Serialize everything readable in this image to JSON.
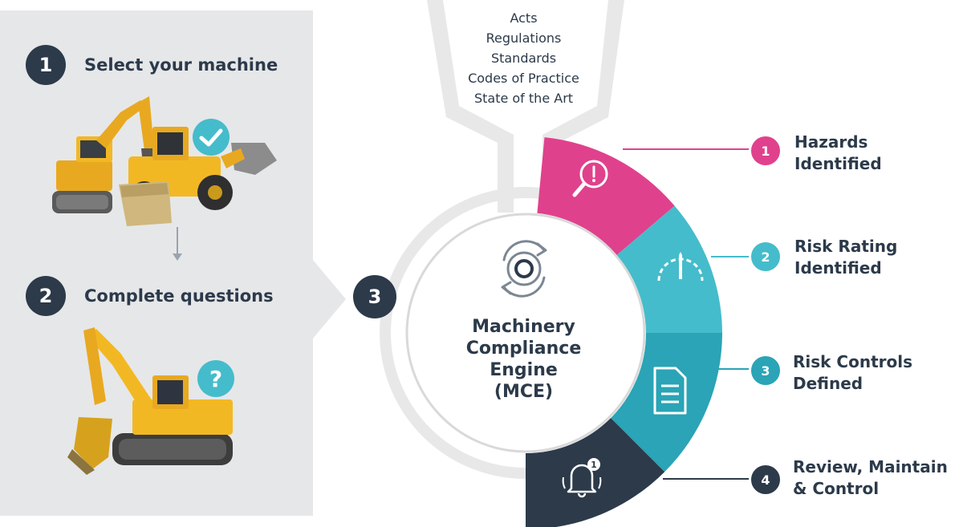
{
  "left_panel": {
    "step1": {
      "number": "1",
      "label": "Select your machine"
    },
    "step2": {
      "number": "2",
      "label": "Complete questions"
    }
  },
  "funnel": {
    "sources": [
      "Acts",
      "Regulations",
      "Standards",
      "Codes of Practice",
      "State of the Art"
    ]
  },
  "engine": {
    "step_number": "3",
    "title_lines": [
      "Machinery",
      "Compliance",
      "Engine",
      "(MCE)"
    ]
  },
  "outputs": [
    {
      "number": "1",
      "lines": [
        "Hazards",
        "Identified"
      ],
      "color": "#e0418d",
      "icon": "magnifier-alert-icon"
    },
    {
      "number": "2",
      "lines": [
        "Risk Rating",
        "Identified"
      ],
      "color": "#45bccb",
      "icon": "gauge-icon"
    },
    {
      "number": "3",
      "lines": [
        "Risk Controls",
        "Defined"
      ],
      "color": "#2aa4b6",
      "icon": "document-icon"
    },
    {
      "number": "4",
      "lines": [
        "Review, Maintain",
        "& Control"
      ],
      "color": "#2c3a4a",
      "icon": "bell-notification-icon"
    }
  ],
  "badges": {
    "check": "checkmark-icon",
    "question": "?"
  },
  "colors": {
    "dark": "#2c3a4a",
    "panel": "#e6e7e9",
    "funnel": "#e8e8e8"
  }
}
